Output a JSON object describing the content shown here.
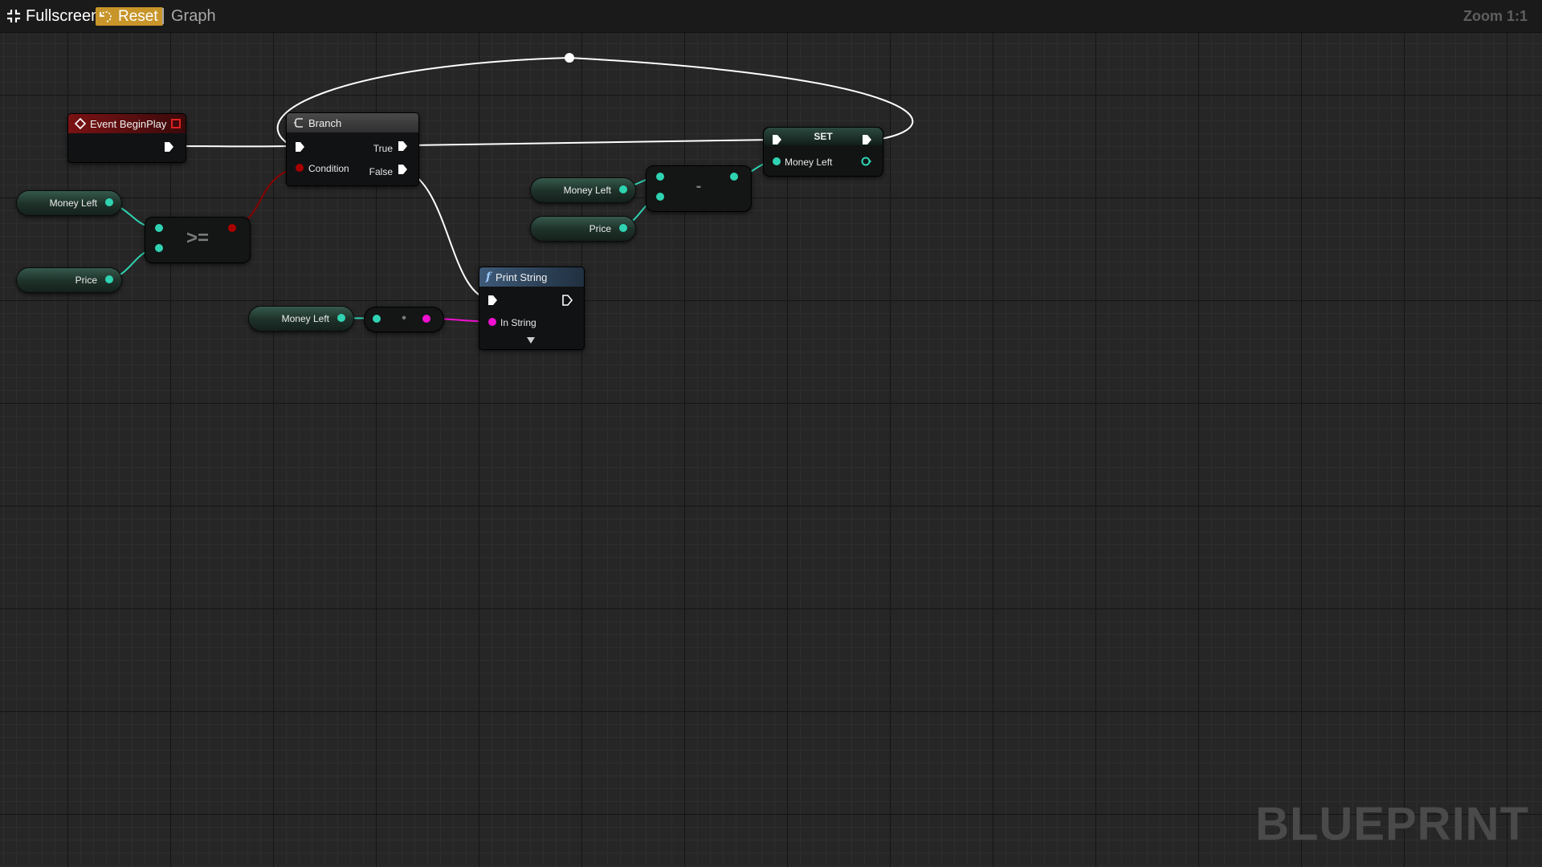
{
  "toolbar": {
    "fullscreen_label": "Fullscreen",
    "reset_label": "Reset",
    "graph_label": "Graph",
    "zoom_label": "Zoom 1:1"
  },
  "watermark": "BLUEPRINT",
  "nodes": {
    "event_begin_play": {
      "title": "Event BeginPlay"
    },
    "branch": {
      "title": "Branch",
      "condition_label": "Condition",
      "true_label": "True",
      "false_label": "False"
    },
    "set": {
      "title": "SET",
      "var_label": "Money Left"
    },
    "print_string": {
      "title": "Print String",
      "in_string_label": "In String"
    },
    "ge_op": {
      "symbol": ">="
    },
    "minus_op": {
      "symbol": "-"
    },
    "convert_op": {
      "symbol": "•"
    }
  },
  "variables": {
    "money_left_1": "Money Left",
    "price_1": "Price",
    "money_left_2": "Money Left",
    "price_2": "Price",
    "money_left_3": "Money Left"
  },
  "colors": {
    "exec": "#ffffff",
    "float_pin": "#2fd3b2",
    "bool_pin": "#a80000",
    "string_pin": "#f010d0",
    "event_header": "#7a1214",
    "function_header": "#3e5a78",
    "reset_bg": "#c8952a"
  }
}
